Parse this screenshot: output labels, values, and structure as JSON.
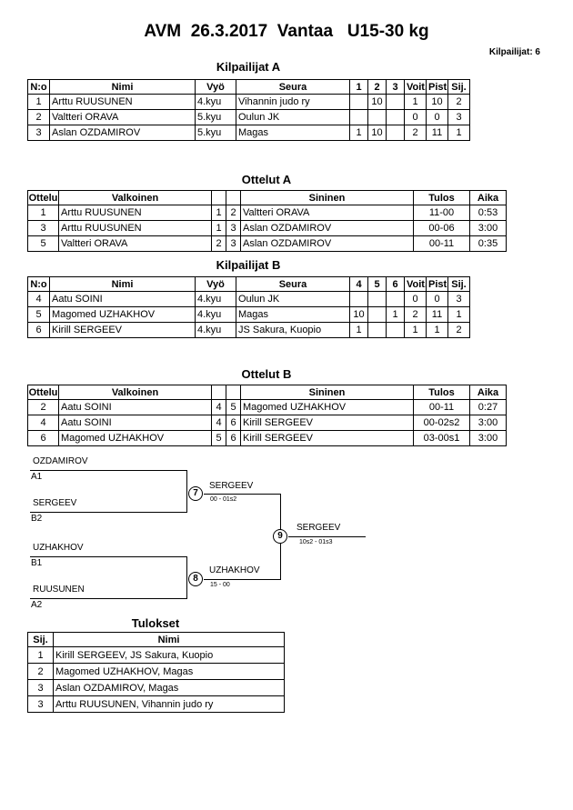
{
  "page": {
    "title": "AVM  26.3.2017  Vantaa   U15-30 kg",
    "competitors_label": "Kilpailijat: 6"
  },
  "kilpailijat_a": {
    "title": "Kilpailijat A",
    "headers": {
      "no": "N:o",
      "name": "Nimi",
      "belt": "Vyö",
      "club": "Seura",
      "m1": "1",
      "m2": "2",
      "m3": "3",
      "wins": "Voit.",
      "points": "Pist.",
      "place": "Sij."
    },
    "rows": [
      {
        "no": "1",
        "name": "Arttu RUUSUNEN",
        "belt": "4.kyu",
        "club": "Vihannin judo ry",
        "m1": "",
        "m2": "10",
        "m3": "",
        "wins": "1",
        "points": "10",
        "place": "2"
      },
      {
        "no": "2",
        "name": "Valtteri ORAVA",
        "belt": "5.kyu",
        "club": "Oulun JK",
        "m1": "",
        "m2": "",
        "m3": "",
        "wins": "0",
        "points": "0",
        "place": "3"
      },
      {
        "no": "3",
        "name": "Aslan OZDAMIROV",
        "belt": "5.kyu",
        "club": "Magas",
        "m1": "1",
        "m2": "10",
        "m3": "",
        "wins": "2",
        "points": "11",
        "place": "1"
      }
    ]
  },
  "ottelut_a": {
    "title": "Ottelut A",
    "headers": {
      "match": "Ottelu",
      "white": "Valkoinen",
      "wno": "",
      "bno": "",
      "blue": "Sininen",
      "result": "Tulos",
      "time": "Aika"
    },
    "rows": [
      {
        "match": "1",
        "white": "Arttu RUUSUNEN",
        "wno": "1",
        "bno": "2",
        "blue": "Valtteri ORAVA",
        "result": "11-00",
        "time": "0:53"
      },
      {
        "match": "3",
        "white": "Arttu RUUSUNEN",
        "wno": "1",
        "bno": "3",
        "blue": "Aslan OZDAMIROV",
        "result": "00-06",
        "time": "3:00"
      },
      {
        "match": "5",
        "white": "Valtteri ORAVA",
        "wno": "2",
        "bno": "3",
        "blue": "Aslan OZDAMIROV",
        "result": "00-11",
        "time": "0:35"
      }
    ]
  },
  "kilpailijat_b": {
    "title": "Kilpailijat B",
    "headers": {
      "no": "N:o",
      "name": "Nimi",
      "belt": "Vyö",
      "club": "Seura",
      "m1": "4",
      "m2": "5",
      "m3": "6",
      "wins": "Voit.",
      "points": "Pist.",
      "place": "Sij."
    },
    "rows": [
      {
        "no": "4",
        "name": "Aatu SOINI",
        "belt": "4.kyu",
        "club": "Oulun JK",
        "m1": "",
        "m2": "",
        "m3": "",
        "wins": "0",
        "points": "0",
        "place": "3"
      },
      {
        "no": "5",
        "name": "Magomed UZHAKHOV",
        "belt": "4.kyu",
        "club": "Magas",
        "m1": "10",
        "m2": "",
        "m3": "1",
        "wins": "2",
        "points": "11",
        "place": "1"
      },
      {
        "no": "6",
        "name": "Kirill SERGEEV",
        "belt": "4.kyu",
        "club": "JS Sakura, Kuopio",
        "m1": "1",
        "m2": "",
        "m3": "",
        "wins": "1",
        "points": "1",
        "place": "2"
      }
    ]
  },
  "ottelut_b": {
    "title": "Ottelut B",
    "headers": {
      "match": "Ottelu",
      "white": "Valkoinen",
      "wno": "",
      "bno": "",
      "blue": "Sininen",
      "result": "Tulos",
      "time": "Aika"
    },
    "rows": [
      {
        "match": "2",
        "white": "Aatu SOINI",
        "wno": "4",
        "bno": "5",
        "blue": "Magomed UZHAKHOV",
        "result": "00-11",
        "time": "0:27"
      },
      {
        "match": "4",
        "white": "Aatu SOINI",
        "wno": "4",
        "bno": "6",
        "blue": "Kirill SERGEEV",
        "result": "00-02s2",
        "time": "3:00"
      },
      {
        "match": "6",
        "white": "Magomed UZHAKHOV",
        "wno": "5",
        "bno": "6",
        "blue": "Kirill SERGEEV",
        "result": "03-00s1",
        "time": "3:00"
      }
    ]
  },
  "bracket": {
    "semi1": {
      "top_name": "OZDAMIROV",
      "top_seed": "A1",
      "bottom_name": "SERGEEV",
      "bottom_seed": "B2",
      "match_no": "7",
      "winner": "SERGEEV",
      "score": "00 - 01s2"
    },
    "semi2": {
      "top_name": "UZHAKHOV",
      "top_seed": "B1",
      "bottom_name": "RUUSUNEN",
      "bottom_seed": "A2",
      "match_no": "8",
      "winner": "UZHAKHOV",
      "score": "15 - 00"
    },
    "final": {
      "match_no": "9",
      "winner": "SERGEEV",
      "score": "10s2 - 01s3"
    }
  },
  "tulokset": {
    "title": "Tulokset",
    "headers": {
      "place": "Sij.",
      "name": "Nimi"
    },
    "rows": [
      {
        "place": "1",
        "name": "Kirill SERGEEV, JS Sakura, Kuopio"
      },
      {
        "place": "2",
        "name": "Magomed UZHAKHOV, Magas"
      },
      {
        "place": "3",
        "name": "Aslan OZDAMIROV, Magas"
      },
      {
        "place": "3",
        "name": "Arttu RUUSUNEN, Vihannin judo ry"
      }
    ]
  }
}
